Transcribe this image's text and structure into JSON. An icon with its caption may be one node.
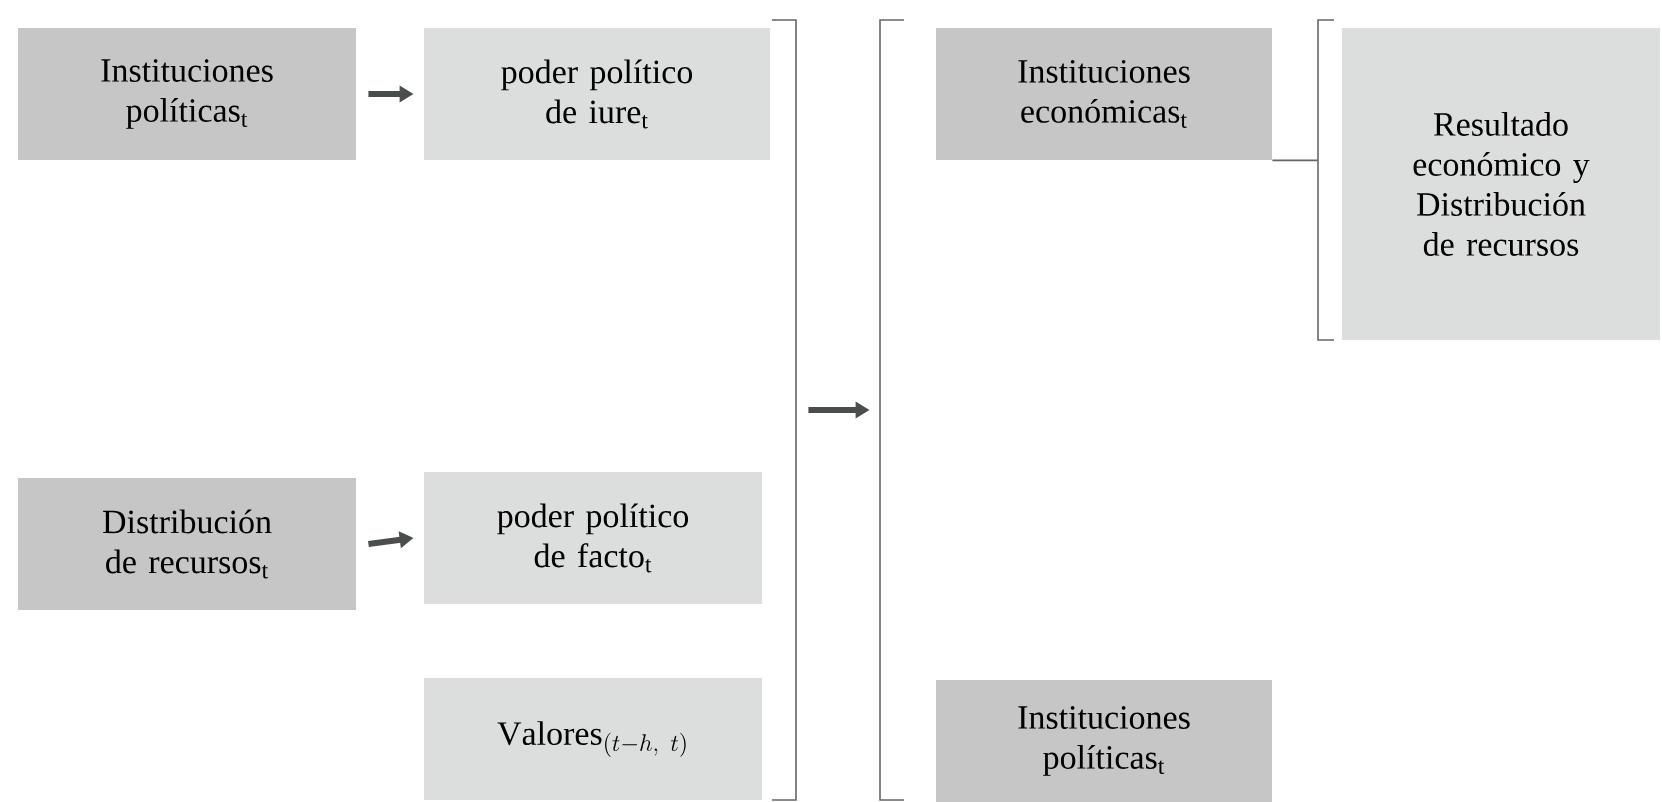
{
  "diagram": {
    "nodes": [
      {
        "text": [
          "Instituciones políticas$_{t}$"
        ]
      },
      {
        "text": [
          "poder político de iure$_{t}$"
        ]
      },
      {
        "text": [
          "Distribución de recursos$_{t}$"
        ]
      },
      {
        "text": [
          "poder político de facto$_{t}$"
        ]
      },
      {
        "text": [
          "\\mathrm{Valores}_{(t-h,\\ t)}"
        ]
      },
      {
        "text": [
          "Instituciones económicas$_{t}$"
        ]
      },
      {
        "text": [
          "Instituciones políticas$_{t}$"
        ]
      },
      {
        "text": [
          "Resultado económico y Distribución de recursos"
        ]
      },
      {
        "text": [],
        "shape": "bracket"
      },
      {
        "text": [],
        "shape": "bracket"
      },
      {
        "text": [],
        "shape": "bracket"
      }
    ],
    "edges": [
      {
        "from": 0,
        "to": 1,
        "arrow": "to"
      },
      {
        "from": 2,
        "to": 3,
        "arrow": "to"
      },
      {
        "from": 8,
        "to": 9,
        "arrow": "to"
      },
      {
        "from": 5,
        "to": 10,
        "arrow": "none"
      }
    ]
  }
}
